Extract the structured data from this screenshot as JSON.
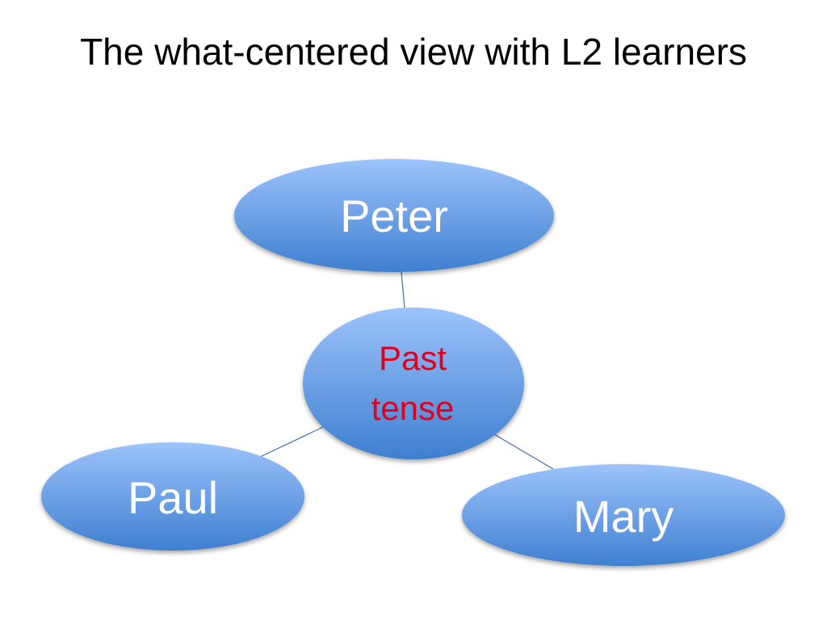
{
  "slide": {
    "title": "The what-centered view with L2 learners"
  },
  "diagram": {
    "center": {
      "label_line1": "Past",
      "label_line2": "tense",
      "label_color": "#e3001b"
    },
    "nodes": [
      {
        "label": "Peter"
      },
      {
        "label": "Paul"
      },
      {
        "label": "Mary"
      }
    ],
    "colors": {
      "fill_top": "#9cc3fb",
      "fill_bottom": "#3f7fd0",
      "connector": "#3d6fa8",
      "node_text": "#ffffff"
    }
  }
}
